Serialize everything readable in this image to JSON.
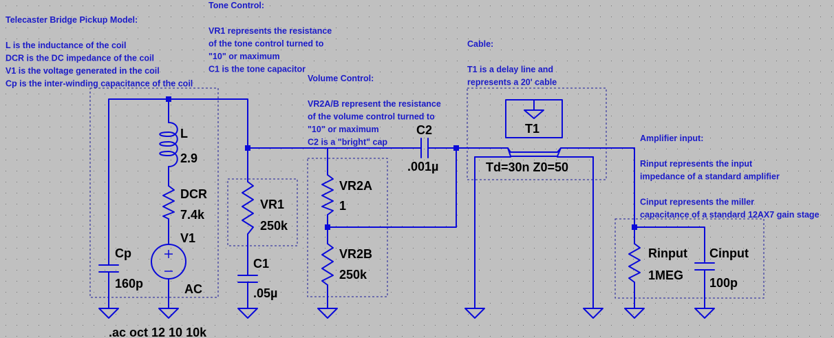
{
  "notes": {
    "pickup": [
      "Telecaster Bridge Pickup Model:",
      "",
      "L is the inductance of the coil",
      "DCR is the DC impedance of the coil",
      "V1 is the voltage generated in the coil",
      "Cp is the inter-winding capacitance of the coil"
    ],
    "tone": [
      "Tone Control:",
      "",
      "VR1 represents the resistance",
      "of the tone control turned to",
      "\"10\" or maximum",
      "C1 is the tone capacitor"
    ],
    "volume": [
      "Volume Control:",
      "",
      "VR2A/B represent the resistance",
      "of the volume control turned to",
      "\"10\" or maximum",
      "C2 is a \"bright\" cap"
    ],
    "cable": [
      "Cable:",
      "",
      "T1 is a delay line and",
      "represents a 20' cable"
    ],
    "amp": [
      "Amplifier input:",
      "",
      "Rinput represents the input",
      "impedance of a standard amplifier",
      "",
      "Cinput represents the miller",
      "capacitance of a standard 12AX7 gain stage"
    ]
  },
  "components": {
    "L": {
      "name": "L",
      "value": "2.9"
    },
    "DCR": {
      "name": "DCR",
      "value": "7.4k"
    },
    "V1": {
      "name": "V1",
      "value": "AC"
    },
    "Cp": {
      "name": "Cp",
      "value": "160p"
    },
    "VR1": {
      "name": "VR1",
      "value": "250k"
    },
    "C1": {
      "name": "C1",
      "value": ".05µ"
    },
    "VR2A": {
      "name": "VR2A",
      "value": "1"
    },
    "VR2B": {
      "name": "VR2B",
      "value": "250k"
    },
    "C2": {
      "name": "C2",
      "value": ".001µ"
    },
    "T1": {
      "name": "T1",
      "value": "Td=30n Z0=50"
    },
    "Rinput": {
      "name": "Rinput",
      "value": "1MEG"
    },
    "Cinput": {
      "name": "Cinput",
      "value": "100p"
    }
  },
  "directive": ".ac oct 12 10 10k"
}
